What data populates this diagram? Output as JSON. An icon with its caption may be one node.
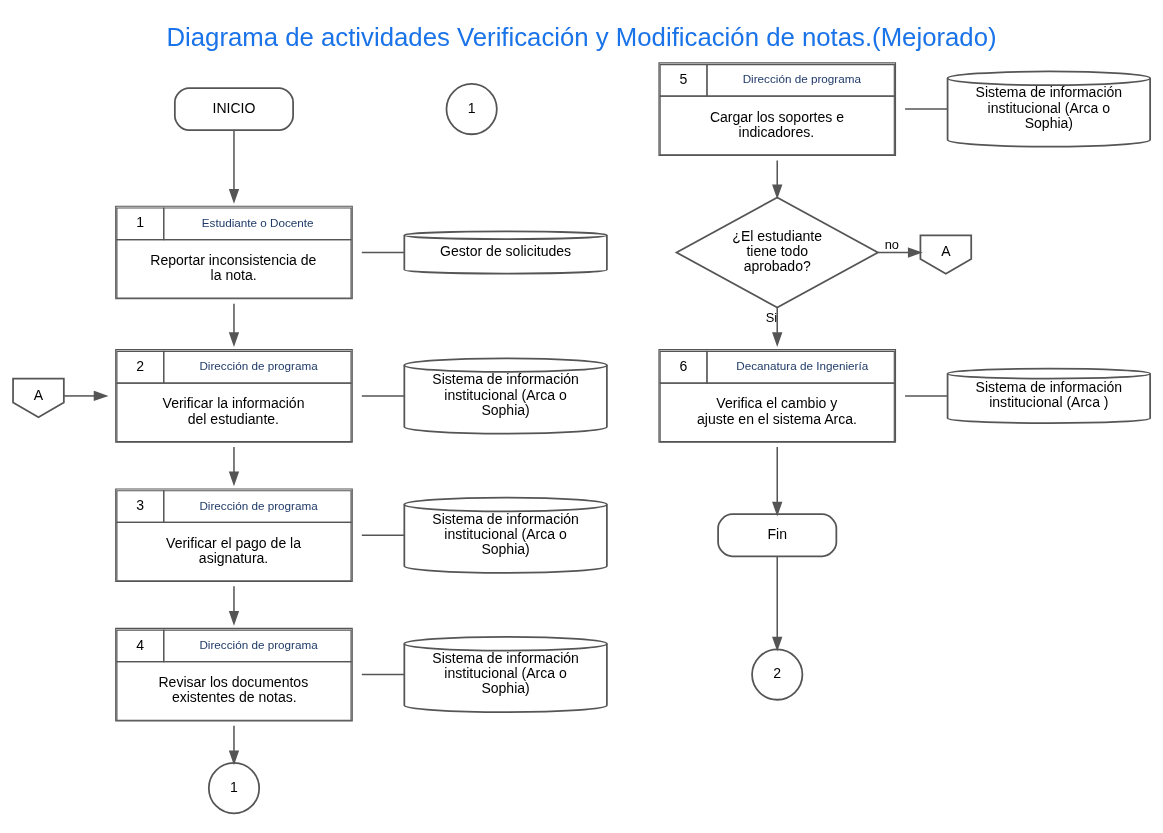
{
  "diagram": {
    "title": "Diagrama de actividades Verificación y Modificación de notas.(Mejorado)",
    "nodes": [
      {
        "text": [
          "INICIO"
        ]
      },
      {
        "text": [
          "1",
          "Estudiante o Docente",
          "Reportar inconsistencia de la nota."
        ]
      },
      {
        "text": [
          "Gestor de solicitudes"
        ]
      },
      {
        "text": [
          "A"
        ]
      },
      {
        "text": [
          "2",
          "Dirección de programa",
          "Verificar la información del estudiante."
        ]
      },
      {
        "text": [
          "Sistema de información institucional (Arca o Sophia)"
        ]
      },
      {
        "text": [
          "3",
          "Dirección de programa",
          "Verificar el pago de la asignatura."
        ]
      },
      {
        "text": [
          "Sistema de información institucional (Arca o Sophia)"
        ]
      },
      {
        "text": [
          "4",
          "Dirección de programa",
          "Revisar los documentos existentes de notas."
        ]
      },
      {
        "text": [
          "Sistema de información institucional (Arca o Sophia)"
        ]
      },
      {
        "text": [
          "1"
        ]
      },
      {
        "text": [
          "1"
        ]
      },
      {
        "text": [
          "5",
          "Dirección de programa",
          "Cargar los soportes e indicadores."
        ]
      },
      {
        "text": [
          "Sistema de información institucional (Arca o Sophia)"
        ]
      },
      {
        "text": [
          "¿El estudiante tiene todo aprobado?"
        ]
      },
      {
        "text": [
          "A"
        ]
      },
      {
        "text": [
          "6",
          "Decanatura de Ingeniería",
          "Verifica el cambio y ajuste en el sistema Arca."
        ]
      },
      {
        "text": [
          "Sistema de información institucional (Arca )"
        ]
      },
      {
        "text": [
          "Fin"
        ]
      },
      {
        "text": [
          "2"
        ]
      }
    ],
    "edges": [
      {
        "from": 0,
        "to": 1,
        "arrow": "to"
      },
      {
        "from": 1,
        "to": 2,
        "arrow": "none"
      },
      {
        "from": 3,
        "to": 4,
        "arrow": "to"
      },
      {
        "from": 1,
        "to": 4,
        "arrow": "to"
      },
      {
        "from": 4,
        "to": 5,
        "arrow": "none"
      },
      {
        "from": 4,
        "to": 6,
        "arrow": "to"
      },
      {
        "from": 6,
        "to": 7,
        "arrow": "none"
      },
      {
        "from": 6,
        "to": 8,
        "arrow": "to"
      },
      {
        "from": 8,
        "to": 9,
        "arrow": "none"
      },
      {
        "from": 8,
        "to": 10,
        "arrow": "to"
      },
      {
        "from": 12,
        "to": 13,
        "arrow": "none"
      },
      {
        "from": 12,
        "to": 14,
        "arrow": "to"
      },
      {
        "from": 14,
        "to": 15,
        "arrow": "to",
        "label": "no"
      },
      {
        "from": 14,
        "to": 16,
        "arrow": "to",
        "label": "Si"
      },
      {
        "from": 16,
        "to": 17,
        "arrow": "none"
      },
      {
        "from": 16,
        "to": 18,
        "arrow": "to"
      },
      {
        "from": 18,
        "to": 19,
        "arrow": "to"
      }
    ]
  }
}
